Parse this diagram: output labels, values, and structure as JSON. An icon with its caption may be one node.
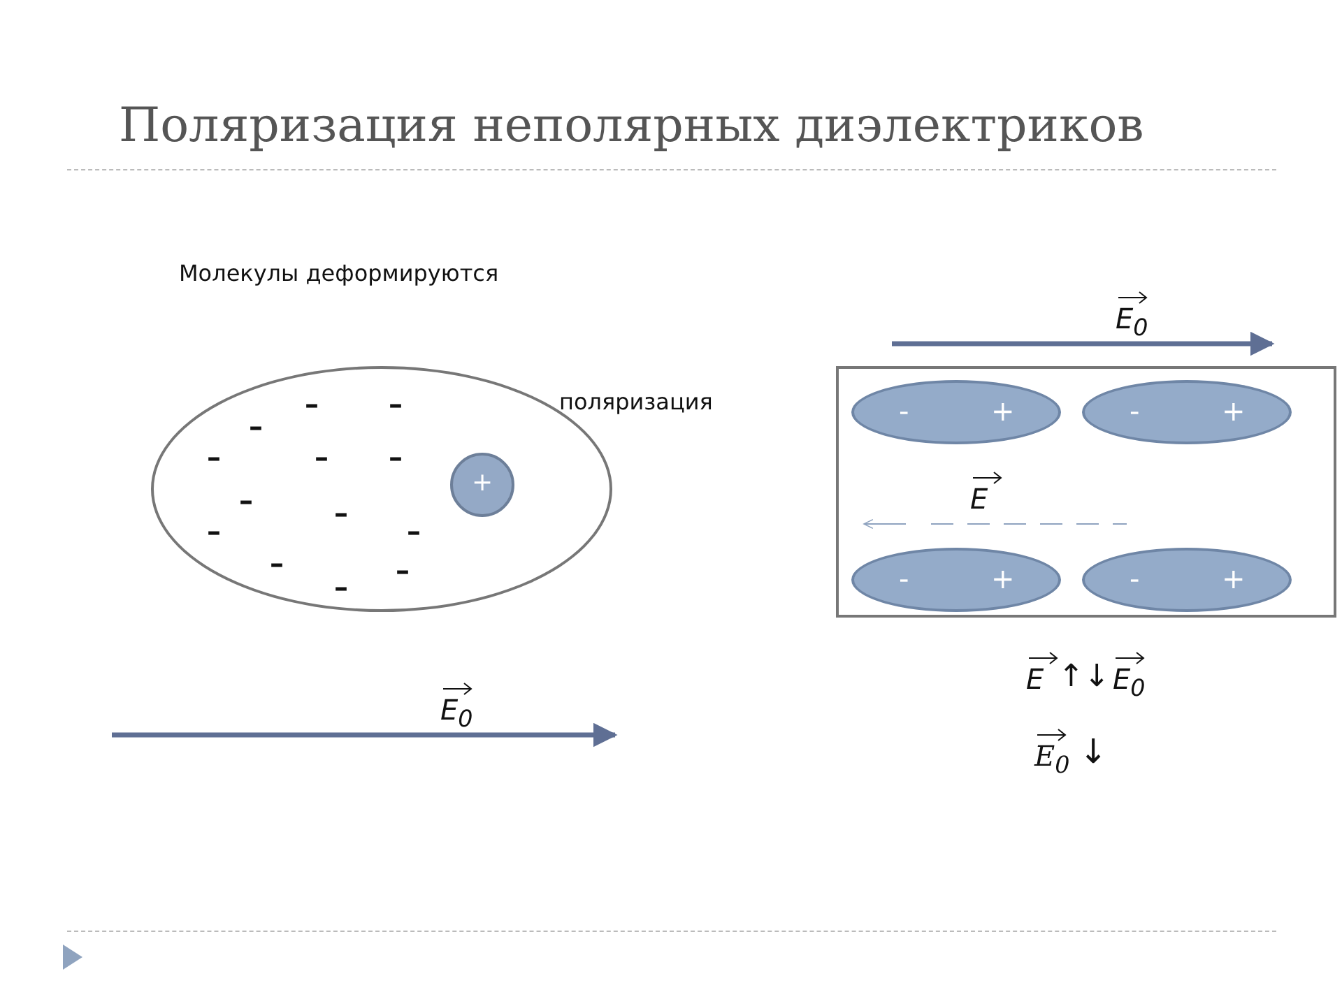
{
  "diagram": {
    "title": "Поляризация неполярных диэлектриков",
    "nodes": [
      {
        "text": [
          "–",
          "–",
          "–",
          "–",
          "–",
          "–",
          "–",
          "–",
          "–",
          "–",
          "–",
          "–",
          "–"
        ]
      },
      {
        "text": [
          "+"
        ],
        "in": 0
      },
      {
        "text": [],
        "shape": "box"
      },
      {
        "text": [
          "-",
          "+"
        ],
        "in": 2
      },
      {
        "text": [
          "-",
          "+"
        ],
        "in": 2
      },
      {
        "text": [
          "-",
          "+"
        ],
        "in": 2
      },
      {
        "text": [
          "-",
          "+"
        ],
        "in": 2
      }
    ],
    "edges": [],
    "labels": [
      "Молекулы деформируются",
      "E$_{0}$",
      "поляризация",
      "E",
      "E",
      "↑↓",
      "E$_{0}$",
      "E$_{0}$",
      "E$_{0}$",
      "↓"
    ]
  }
}
